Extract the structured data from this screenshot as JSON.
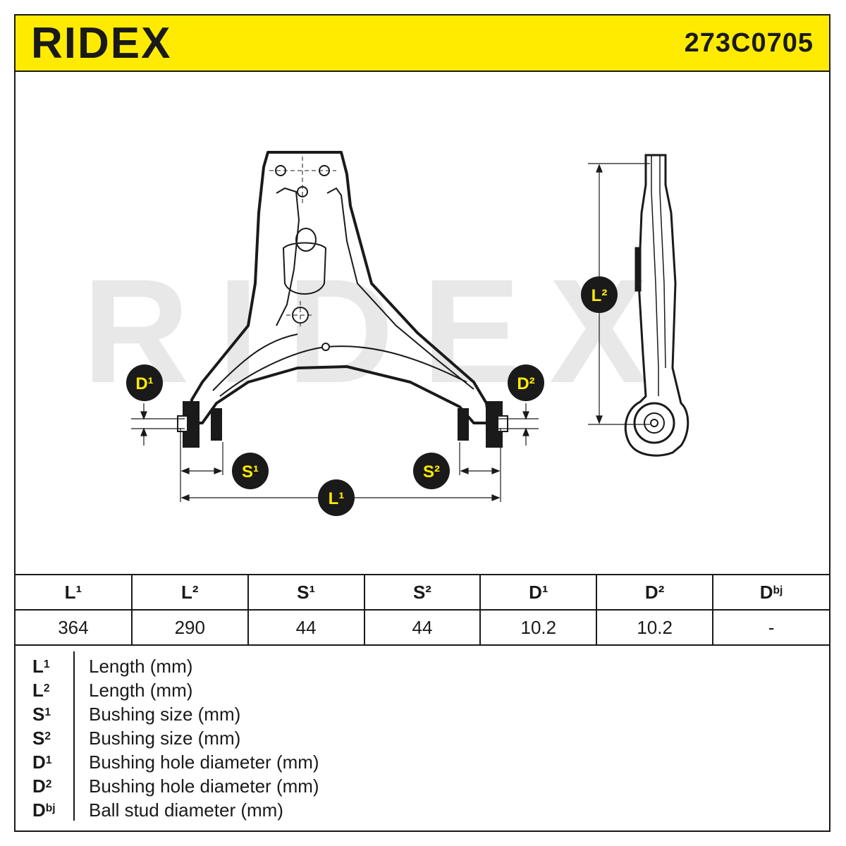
{
  "brand": {
    "logo_text": "RIDEX",
    "accent_color": "#ffeb00",
    "watermark_text": "RIDEX"
  },
  "part_number": "273C0705",
  "labels": {
    "L1": "L¹",
    "L2": "L²",
    "S1": "S¹",
    "S2": "S²",
    "D1": "D¹",
    "D2": "D²",
    "Dbj_base": "D",
    "Dbj_sup": "bj"
  },
  "table": {
    "headers": [
      "L¹",
      "L²",
      "S¹",
      "S²",
      "D¹",
      "D²"
    ],
    "dbj_header_base": "D",
    "dbj_header_sup": "bj",
    "values": [
      "364",
      "290",
      "44",
      "44",
      "10.2",
      "10.2",
      "-"
    ]
  },
  "legend": [
    {
      "base": "L",
      "sup": "1",
      "desc": "Length (mm)"
    },
    {
      "base": "L",
      "sup": "2",
      "desc": "Length (mm)"
    },
    {
      "base": "S",
      "sup": "1",
      "desc": "Bushing size (mm)"
    },
    {
      "base": "S",
      "sup": "2",
      "desc": "Bushing size (mm)"
    },
    {
      "base": "D",
      "sup": "1",
      "desc": "Bushing hole diameter (mm)"
    },
    {
      "base": "D",
      "sup": "2",
      "desc": "Bushing hole diameter (mm)"
    },
    {
      "base": "D",
      "sup": "bj",
      "desc": "Ball stud diameter (mm)"
    }
  ]
}
